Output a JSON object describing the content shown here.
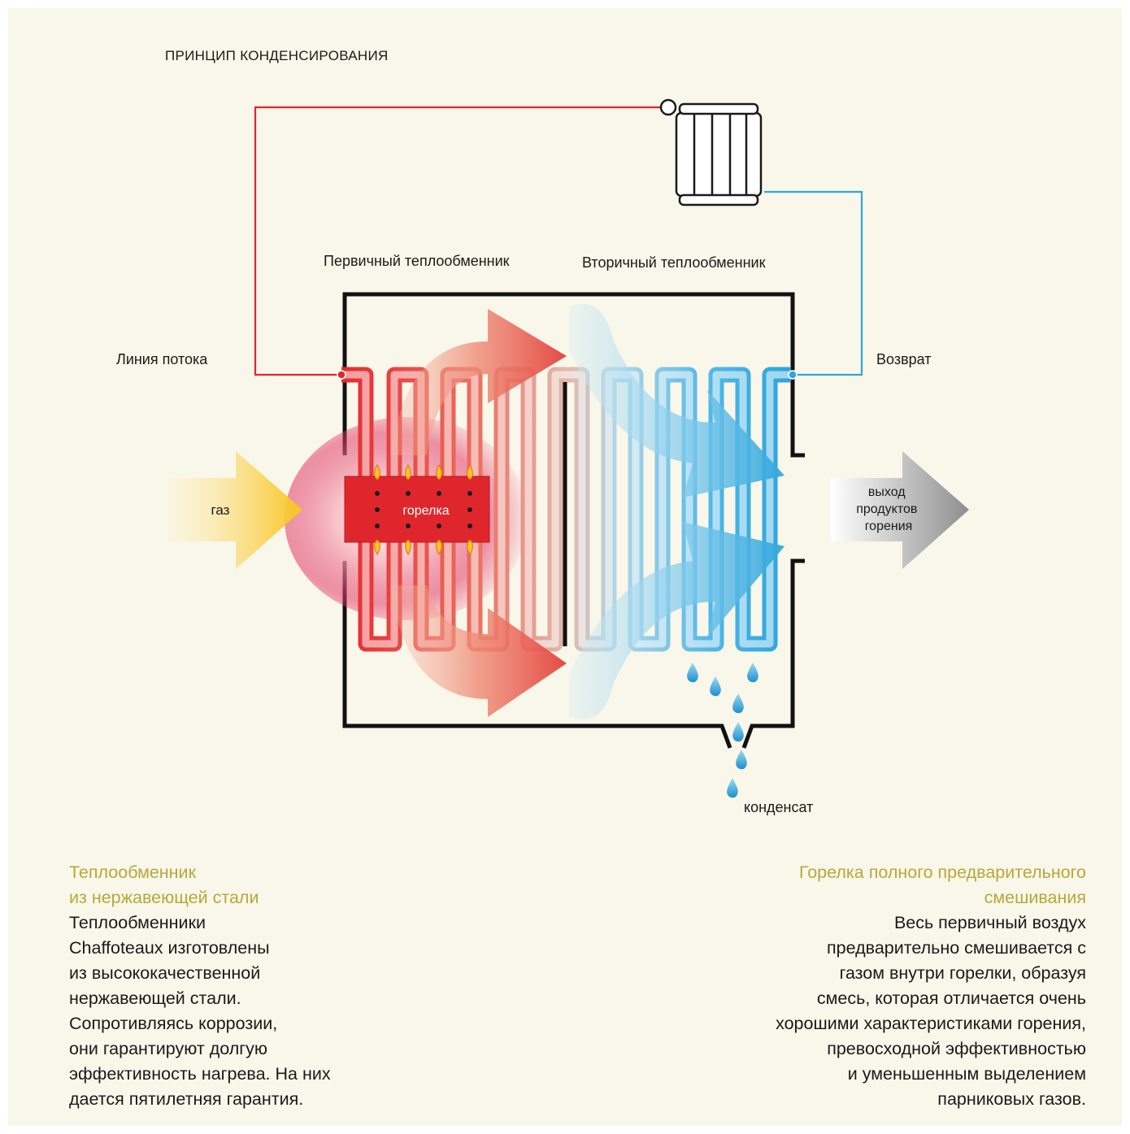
{
  "title": "ПРИНЦИП КОНДЕНСИРОВАНИЯ",
  "labels": {
    "primary_exchanger": "Первичный теплообменник",
    "secondary_exchanger": "Вторичный теплообменник",
    "flow_line": "Линия потока",
    "return": "Возврат",
    "gas": "газ",
    "burner": "горелка",
    "exhaust": [
      "выход",
      "продуктов",
      "горения"
    ],
    "condensate": "конденсат"
  },
  "left_block": {
    "heading": [
      "Теплообменник",
      "из нержавеющей стали"
    ],
    "body": [
      "Теплообменники",
      "Chaffoteaux изготовлены",
      "из высококачественной",
      "нержавеющей стали.",
      "Сопротивляясь коррозии,",
      "они гарантируют долгую",
      "эффективность нагрева. На них",
      "дается пятилетняя гарантия."
    ]
  },
  "right_block": {
    "heading": [
      "Горелка полного предварительного",
      "смешивания"
    ],
    "body": [
      "Весь первичный воздух",
      "предварительно смешивается с",
      "газом внутри горелки, образуя",
      "смесь, которая отличается очень",
      "хорошими характеристиками горения,",
      "превосходной эффективностью",
      "и уменьшенным выделением",
      "парниковых газов."
    ]
  },
  "colors": {
    "background": "#f9f7ea",
    "heading_accent": "#b7a83a",
    "hot_line": "#e0262d",
    "cold_line": "#2fa6dc",
    "gas": "#f9c41b",
    "exhaust": "#8e8e8e"
  }
}
